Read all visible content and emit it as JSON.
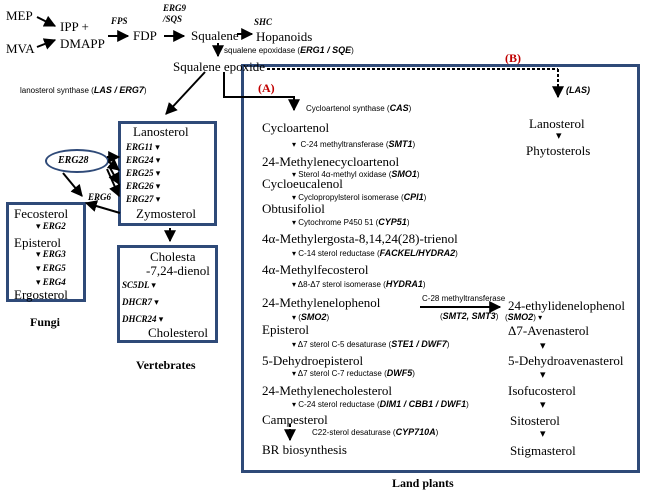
{
  "top": {
    "mep": "MEP",
    "mva": "MVA",
    "ipp": "IPP +",
    "dmapp": "DMAPP",
    "fps": "FPS",
    "fdp": "FDP",
    "erg9": "ERG9",
    "sqs": "/SQS",
    "squalene": "Squalene",
    "shc": "SHC",
    "hopanoids": "Hopanoids",
    "sqe_label": "squalene epoxidase (",
    "sqe_enzyme": "ERG1 / SQE",
    "sqe_close": ")",
    "epoxide": "Squalene epoxide",
    "las_label": "lanosterol synthase (",
    "las_enzyme": "LAS / ERG7",
    "las_close": ")"
  },
  "markers": {
    "a": "(A)",
    "b": "(B)"
  },
  "vert_top": {
    "lanosterol": "Lanosterol",
    "erg11": "ERG11",
    "erg24": "ERG24",
    "erg25": "ERG25",
    "erg26": "ERG26",
    "erg27": "ERG27",
    "zymosterol": "Zymosterol",
    "erg28": "ERG28",
    "erg6": "ERG6"
  },
  "fungi": {
    "fecosterol": "Fecosterol",
    "erg2": "ERG2",
    "episterol": "Episterol",
    "erg3": "ERG3",
    "erg5": "ERG5",
    "erg4": "ERG4",
    "ergosterol": "Ergosterol",
    "label": "Fungi"
  },
  "vertebrates": {
    "cholesta1": "Cholesta",
    "cholesta2": "-7,24-dienol",
    "sc5dl": "SC5DL",
    "dhcr7": "DHCR7",
    "dhcr24": "DHCR24",
    "cholesterol": "Cholesterol",
    "label": "Vertebrates"
  },
  "plants": {
    "cas_label": "Cycloartenol synthase (",
    "cas_enzyme": "CAS",
    "cas_close": ")",
    "cycloartenol": "Cycloartenol",
    "smt1_label": "C-24 methyltransferase (",
    "smt1_enzyme": "SMT1",
    "smt1_close": ")",
    "methylenecycloartenol": "24-Methylenecycloartenol",
    "smo1_label": "Sterol 4α-methyl oxidase (",
    "smo1_enzyme": "SMO1",
    "smo1_close": ")",
    "cycloeucalenol": "Cycloeucalenol",
    "cpi1_label": "Cyclopropylsterol isomerase (",
    "cpi1_enzyme": "CPI1",
    "cpi1_close": ")",
    "obtusifoliol": "Obtusifoliol",
    "cyp51_label": "Cytochrome P450 51 (",
    "cyp51_enzyme": "CYP51",
    "cyp51_close": ")",
    "trienol": "4α-Methylergosta-8,14,24(28)-trienol",
    "fackel_label": "C-14 sterol reductase (",
    "fackel_enzyme": "FACKEL/HYDRA2",
    "fackel_close": ")",
    "methylfecosterol": "4α-Methylfecosterol",
    "hydra1_label": "Δ8-Δ7 sterol isomerase (",
    "hydra1_enzyme": "HYDRA1",
    "hydra1_close": ")",
    "methylenelophenol": "24-Methylenelophenol",
    "smo2_left_open": "(",
    "smo2_left_enzyme": "SMO2",
    "smo2_left_close": ")",
    "c28_label": "C-28 methyltransferase",
    "smt23_open": "(",
    "smt23_enzyme": "SMT2, SMT3",
    "smt23_close": ")",
    "ethylidenelophenol": "24-ethylidenelophenol",
    "smo2_right_open": "(",
    "smo2_right_enzyme": "SMO2",
    "smo2_right_close": ")",
    "episterol": "Episterol",
    "avenasterol": "Δ7-Avenasterol",
    "ste1_label": "Δ7 sterol C-5 desaturase (",
    "ste1_enzyme": "STE1 / DWF7",
    "ste1_close": ")",
    "dehydroepisterol": "5-Dehydroepisterol",
    "dehydroavenasterol": "5-Dehydroavenasterol",
    "dwf5_label": "Δ7 sterol C-7 reductase (",
    "dwf5_enzyme": "DWF5",
    "dwf5_close": ")",
    "methylenecholesterol": "24-Methylenecholesterol",
    "isofucosterol": "Isofucosterol",
    "dim1_label": "C-24 sterol reductase (",
    "dim1_enzyme": "DIM1 / CBB1 / DWF1",
    "dim1_close": ")",
    "campesterol": "Campesterol",
    "sitosterol": "Sitosterol",
    "cyp710a_label": "C22-sterol desaturase (",
    "cyp710a_enzyme": "CYP710A",
    "cyp710a_close": ")",
    "br": "BR biosynthesis",
    "stigmasterol": "Stigmasterol",
    "label": "Land plants"
  },
  "branch_b": {
    "las": "(LAS)",
    "lanosterol": "Lanosterol",
    "phytosterols": "Phytosterols"
  }
}
